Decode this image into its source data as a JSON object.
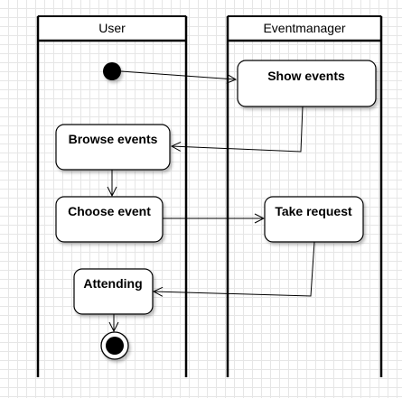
{
  "lanes": [
    {
      "title": "User"
    },
    {
      "title": "Eventmanager"
    }
  ],
  "nodes": {
    "show_events": "Show events",
    "browse_events": "Browse events",
    "choose_event": "Choose event",
    "take_request": "Take request",
    "attending": "Attending"
  }
}
